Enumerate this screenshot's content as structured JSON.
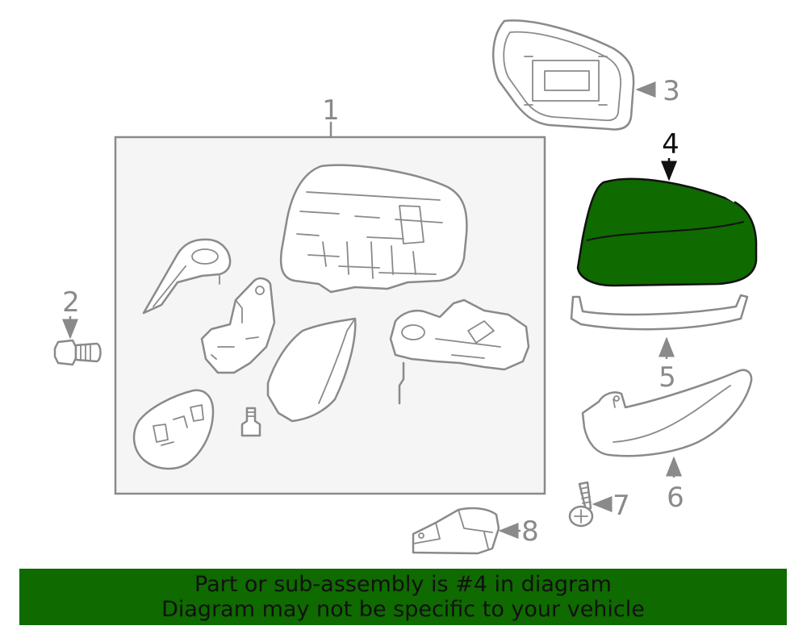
{
  "diagram": {
    "callouts": [
      {
        "id": "1",
        "label": "1"
      },
      {
        "id": "2",
        "label": "2"
      },
      {
        "id": "3",
        "label": "3"
      },
      {
        "id": "4",
        "label": "4"
      },
      {
        "id": "5",
        "label": "5"
      },
      {
        "id": "6",
        "label": "6"
      },
      {
        "id": "7",
        "label": "7"
      },
      {
        "id": "8",
        "label": "8"
      }
    ],
    "highlighted_part": "4",
    "colors": {
      "highlight_fill": "#0f6a00",
      "line": "#8a8a8a",
      "assembly_box_fill": "#f5f5f5",
      "banner_bg": "#0f6a00"
    }
  },
  "banner": {
    "line1": "Part or sub-assembly is #4 in diagram",
    "line2": "Diagram may not be specific to your vehicle"
  }
}
